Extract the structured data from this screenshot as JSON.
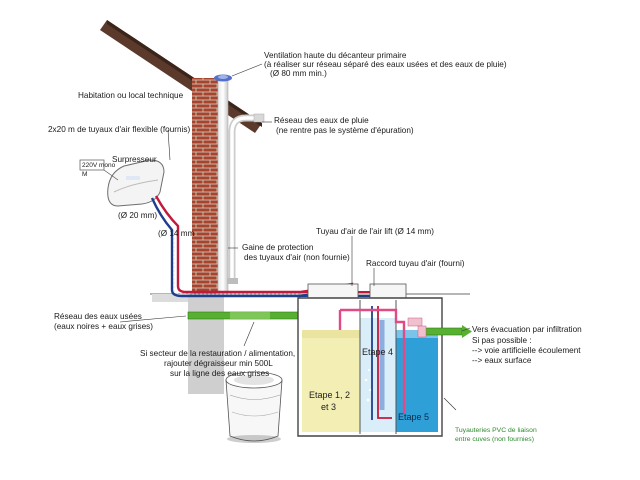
{
  "labels": {
    "ventilation": [
      "Ventilation haute du décanteur primaire",
      "(à réaliser sur réseau séparé des eaux usées et des eaux de pluie)",
      "(Ø 80 mm min.)"
    ],
    "habitation": "Habitation ou local technique",
    "reseau_pluie": [
      "Réseau des eaux de pluie",
      "(ne rentre pas le système d'épuration)"
    ],
    "tuyaux_air": "2x20 m de tuyaux d'air flexible (fournis)",
    "surpresseur": "Surpresseur",
    "mains": [
      "220V mono",
      "M"
    ],
    "diam_20": "(Ø 20 mm)",
    "diam_14": "(Ø 14 mm",
    "gaine": [
      "Gaine de protection",
      "des tuyaux d'air (non fournie)"
    ],
    "air_lift": "Tuyau d'air de l'air lift (Ø 14 mm)",
    "raccord": "Raccord tuyau d'air (fourni)",
    "reseau_usees": [
      "Réseau des eaux usées",
      "(eaux noires + eaux grises)"
    ],
    "restauration": [
      "Si secteur de la restauration / alimentation,",
      "rajouter dégraisseur min 500L",
      "sur la ligne des eaux grises"
    ],
    "evacuation": [
      "Vers évacuation par infiltration",
      "Si pas possible :",
      "--> voie artificielle écoulement",
      "--> eaux surface"
    ],
    "etape4": "Etape 4",
    "etape123": [
      "Etape 1, 2",
      "et 3"
    ],
    "etape5": "Etape 5",
    "tuyauteries": [
      "Tuyauteries PVC de liaison",
      "entre cuves (non fournies)"
    ]
  },
  "colors": {
    "roof": "#5b3a2c",
    "brick": "#a8432e",
    "air_red": "#c21a3a",
    "air_blue": "#1f3f8c",
    "water_yellow": "#f3efb4",
    "water_blue": "#2f9fd8",
    "pipe_green": "#58b030",
    "outline": "#444444"
  }
}
